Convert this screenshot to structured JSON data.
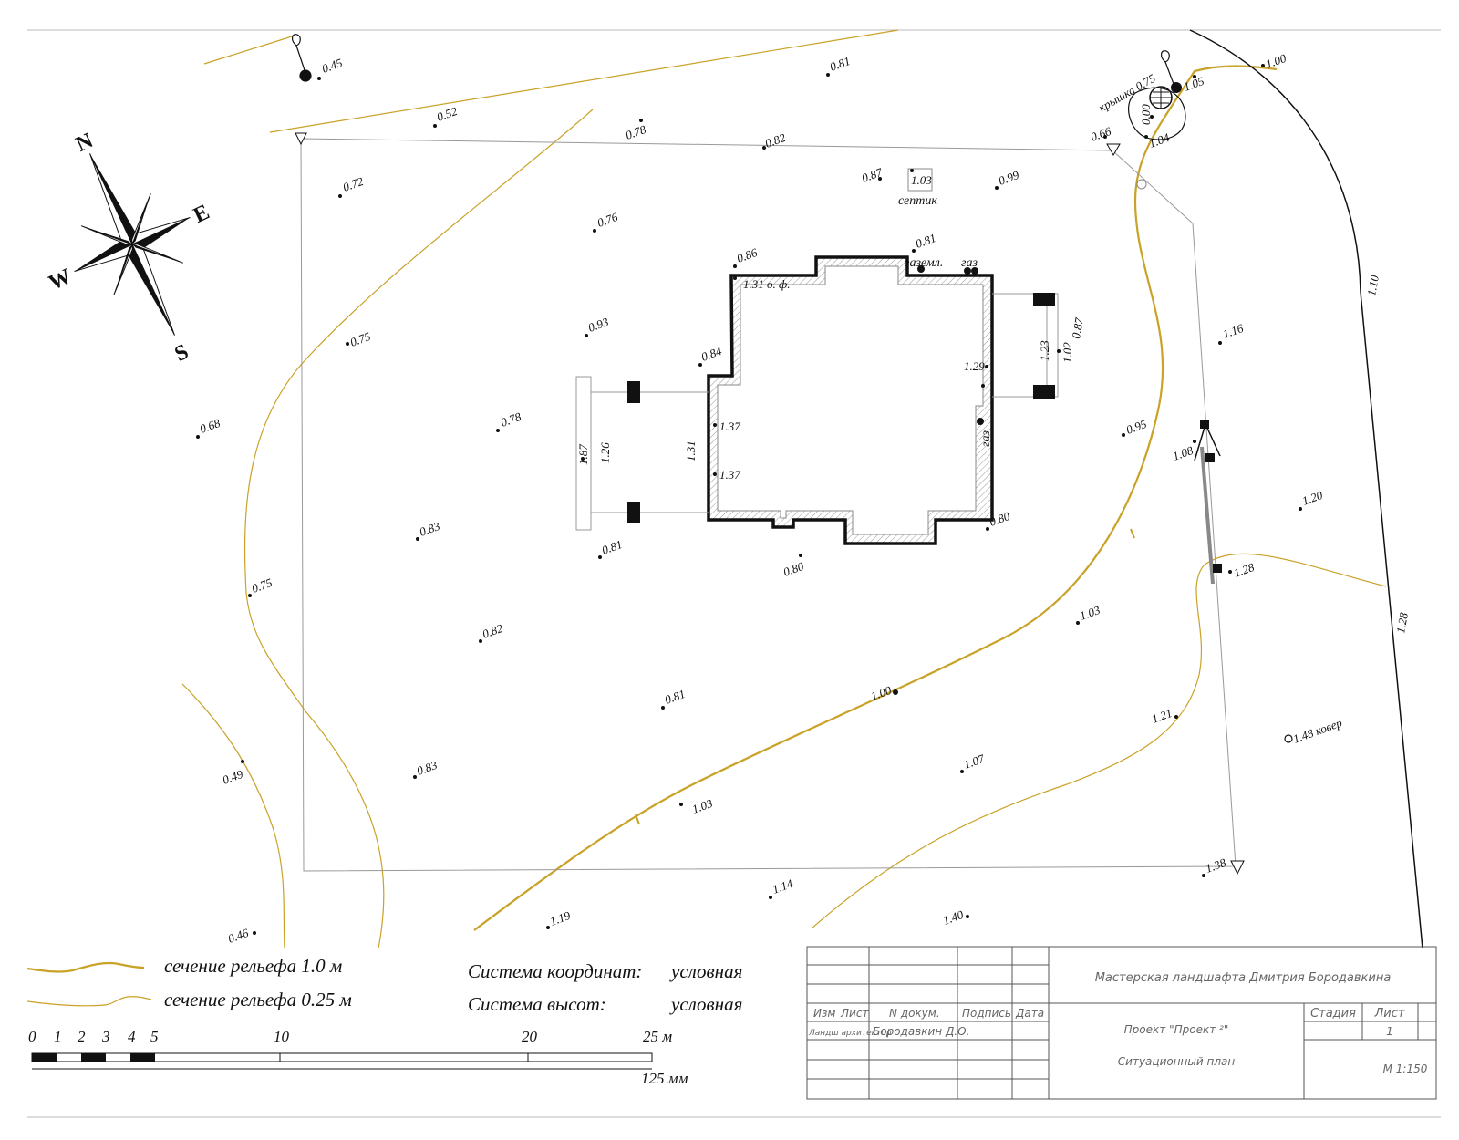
{
  "compass": {
    "n": "N",
    "e": "E",
    "s": "S",
    "w": "W"
  },
  "labels": {
    "septic": "септик",
    "grounding": "заземл.",
    "gas": "газ",
    "gas2": "газ",
    "hatch": "крышка 0.75",
    "carpet": "1.48 ковер",
    "floor": "1.31 о. ф."
  },
  "elevations": {
    "e1": "0.45",
    "e2": "0.81",
    "e3": "1.00",
    "e4": "1.05",
    "e5": "0.52",
    "e6": "0.78",
    "e7": "0.82",
    "e8": "0.66",
    "e9": "1.04",
    "e10": "0.00",
    "e11": "0.72",
    "e12": "0.87",
    "e13": "1.03",
    "e14": "0.99",
    "e15": "0.76",
    "e16": "0.81",
    "e17": "0.86",
    "e18": "1.10",
    "e19": "0.93",
    "e20": "0.75",
    "e21": "0.84",
    "e22": "1.29",
    "e23": "1.23",
    "e24": "1.02",
    "e25": "0.87",
    "e26": "1.16",
    "e27": "0.68",
    "e28": "0.78",
    "e29": "1.37",
    "e30": "1.37",
    "e31": "1.31",
    "e32": "1.87",
    "e33": "1.26",
    "e34": "0.95",
    "e35": "1.08",
    "e36": "0.83",
    "e37": "0.81",
    "e38": "0.80",
    "e39": "0.80",
    "e40": "1.20",
    "e41": "0.75",
    "e42": "1.28",
    "e43": "0.82",
    "e44": "1.03",
    "e45": "1.28",
    "e46": "0.81",
    "e47": "1.00",
    "e48": "1.21",
    "e49": "0.49",
    "e50": "0.83",
    "e51": "1.07",
    "e52": "1.03",
    "e53": "1.38",
    "e54": "1.14",
    "e55": "1.19",
    "e56": "1.40",
    "e57": "0.46"
  },
  "legend": {
    "contour_major": "сечение рельефа 1.0 м",
    "contour_minor": "сечение рельефа 0.25 м",
    "coord_label": "Система координат:",
    "coord_value": "условная",
    "height_label": "Система высот:",
    "height_value": "условная"
  },
  "scale_bar": {
    "ticks": [
      "0",
      "1",
      "2",
      "3",
      "4",
      "5",
      "10",
      "20",
      "25 м"
    ],
    "length": "125 мм"
  },
  "title_block": {
    "studio": "Мастерская ландшафта Дмитрия Бородавкина",
    "project": "Проект \"Проект ²\"",
    "drawing": "Ситуационный план",
    "izm": "Изм",
    "list": "Лист",
    "ndoc": "N докум.",
    "sign": "Подпись",
    "date": "Дата",
    "role": "Ландш архитектор",
    "name": "Бородавкин Д.О.",
    "stage": "Стадия",
    "sheet": "Лист",
    "sheet_no": "1",
    "scale": "М 1:150"
  },
  "colors": {
    "contour": "#c9a227",
    "line": "#111111",
    "hatch": "#999999"
  }
}
